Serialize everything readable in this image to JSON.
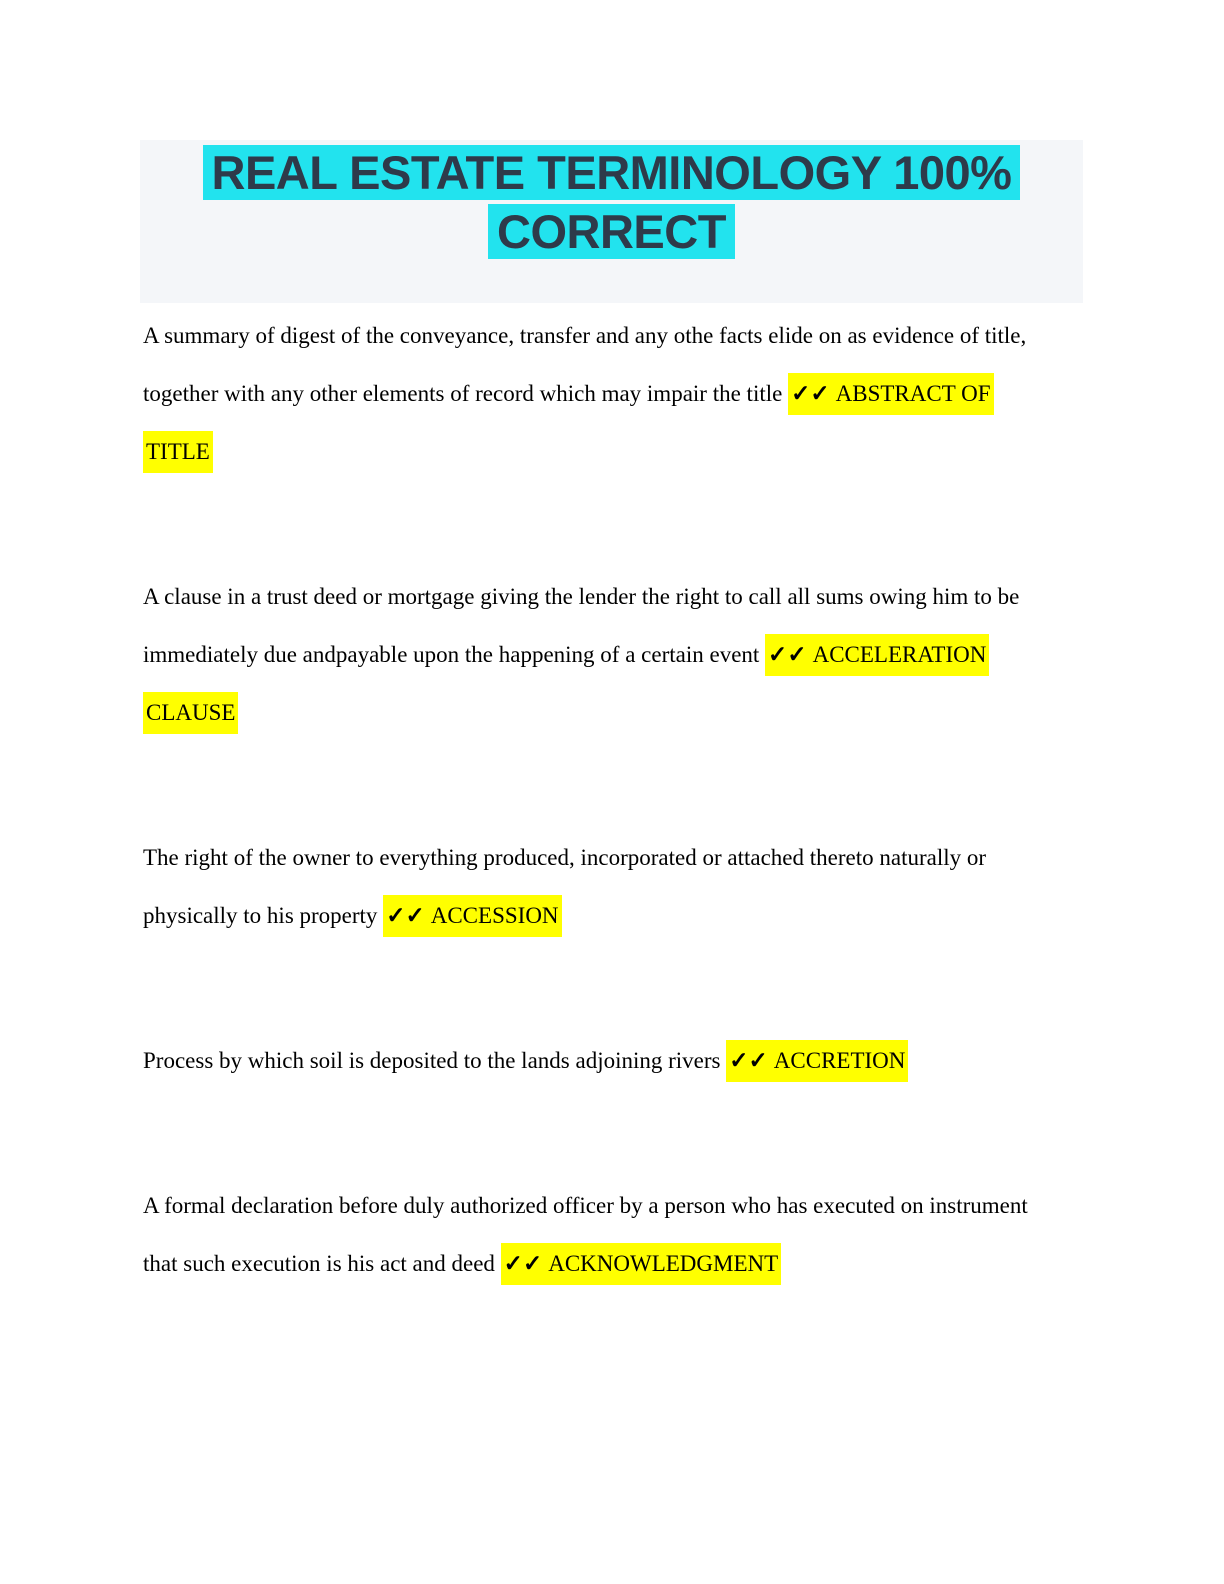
{
  "document": {
    "title": "REAL ESTATE TERMINOLOGY 100% CORRECT"
  },
  "colors": {
    "title_highlight_cyan": "#22e3ee",
    "title_text": "#2e3a4a",
    "banner_background": "#f4f6f9",
    "answer_highlight_yellow": "#ffff00",
    "body_text": "#000000",
    "page_background": "#ffffff"
  },
  "glossary": {
    "checkmark_glyphs": "✓✓",
    "entries": [
      {
        "term": "ABSTRACT OF TITLE",
        "lines": [
          [
            {
              "text": "A summary of digest of the conveyance, transfer and any othe facts elide on as evidence of title,",
              "highlight": false,
              "bold": false
            }
          ],
          [
            {
              "text": "together with any other elements of record which may impair the title ",
              "highlight": false,
              "bold": false
            },
            {
              "text": "✓✓",
              "highlight": true,
              "bold": true
            },
            {
              "text": "ABSTRACT OF",
              "highlight": true,
              "bold": false
            }
          ],
          [
            {
              "text": "TITLE",
              "highlight": true,
              "bold": false
            }
          ]
        ]
      },
      {
        "term": "ACCELERATION CLAUSE",
        "lines": [
          [
            {
              "text": "A clause in a trust deed or mortgage giving the lender the right to call all sums owing him to be",
              "highlight": false,
              "bold": false
            }
          ],
          [
            {
              "text": "immediately due andpayable upon the happening of a certain event ",
              "highlight": false,
              "bold": false
            },
            {
              "text": "✓✓",
              "highlight": true,
              "bold": true
            },
            {
              "text": "ACCELERATION",
              "highlight": true,
              "bold": false
            }
          ],
          [
            {
              "text": "CLAUSE",
              "highlight": true,
              "bold": false
            }
          ]
        ]
      },
      {
        "term": "ACCESSION",
        "lines": [
          [
            {
              "text": "The right of the owner to everything produced, incorporated or attached thereto naturally or",
              "highlight": false,
              "bold": false
            }
          ],
          [
            {
              "text": "physically to his property ",
              "highlight": false,
              "bold": false
            },
            {
              "text": "✓✓",
              "highlight": true,
              "bold": true
            },
            {
              "text": "ACCESSION",
              "highlight": true,
              "bold": false
            }
          ]
        ]
      },
      {
        "term": "ACCRETION",
        "lines": [
          [
            {
              "text": "Process by which soil is deposited to the lands adjoining rivers ",
              "highlight": false,
              "bold": false
            },
            {
              "text": "✓✓",
              "highlight": true,
              "bold": true
            },
            {
              "text": "ACCRETION",
              "highlight": true,
              "bold": false
            }
          ]
        ]
      },
      {
        "term": "ACKNOWLEDGMENT",
        "lines": [
          [
            {
              "text": "A formal declaration before duly authorized officer by a person who has executed on instrument",
              "highlight": false,
              "bold": false
            }
          ],
          [
            {
              "text": "that such execution is his act and deed ",
              "highlight": false,
              "bold": false
            },
            {
              "text": "✓✓",
              "highlight": true,
              "bold": true
            },
            {
              "text": "ACKNOWLEDGMENT",
              "highlight": true,
              "bold": false
            }
          ]
        ]
      }
    ]
  }
}
